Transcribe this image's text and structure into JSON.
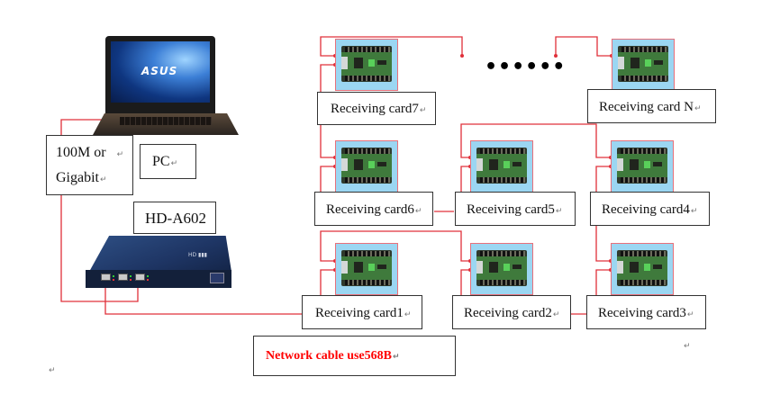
{
  "diagram": {
    "title_pc": "PC",
    "network_speed": "100M or Gigabit",
    "network_speed_line1": "100M or",
    "network_speed_line2": "Gigabit",
    "controller_model": "HD-A602",
    "laptop_brand": "ASUS",
    "ellipsis": "••••••",
    "note": "Network cable use568B",
    "paragraph_mark": "↵",
    "wire_color": "#e0303a",
    "note_color": "#ff0000",
    "card_bg_color": "#9bd6f2",
    "receiving_cards": [
      {
        "id": 1,
        "label": "Receiving card1"
      },
      {
        "id": 2,
        "label": "Receiving card2"
      },
      {
        "id": 3,
        "label": "Receiving card3"
      },
      {
        "id": 4,
        "label": "Receiving card4"
      },
      {
        "id": 5,
        "label": "Receiving card5"
      },
      {
        "id": 6,
        "label": "Receiving card6"
      },
      {
        "id": 7,
        "label": "Receiving card7"
      },
      {
        "id": "N",
        "label": "Receiving card N"
      }
    ],
    "connection_order": [
      "HD-A602",
      "Receiving card1",
      "Receiving card2",
      "Receiving card3",
      "Receiving card4",
      "Receiving card5",
      "Receiving card6",
      "Receiving card7",
      "...",
      "Receiving card N"
    ]
  }
}
